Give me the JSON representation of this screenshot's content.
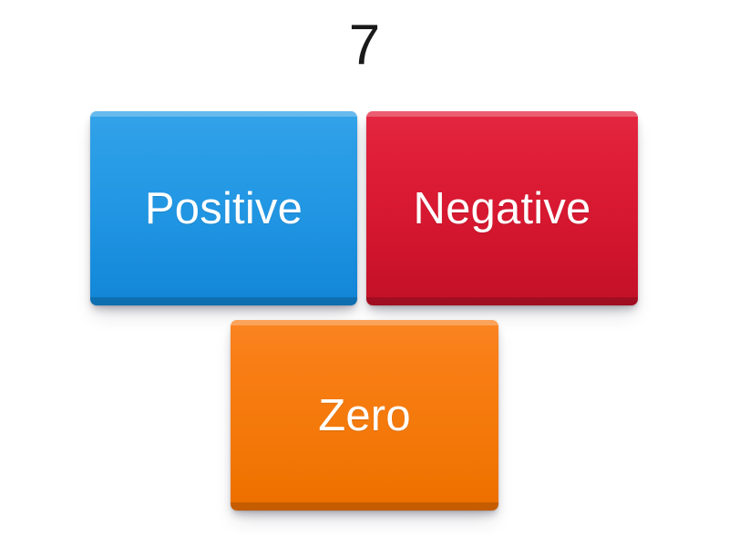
{
  "page": {
    "background_color": "#ffffff",
    "title": "7"
  },
  "cards": [
    {
      "label": "Positive",
      "name": "answer-card-positive",
      "color": "#2095e2",
      "text_color": "#ffffff"
    },
    {
      "label": "Negative",
      "name": "answer-card-negative",
      "color": "#d5172f",
      "text_color": "#ffffff"
    },
    {
      "label": "Zero",
      "name": "answer-card-zero",
      "color": "#f4790a",
      "text_color": "#ffffff"
    }
  ]
}
